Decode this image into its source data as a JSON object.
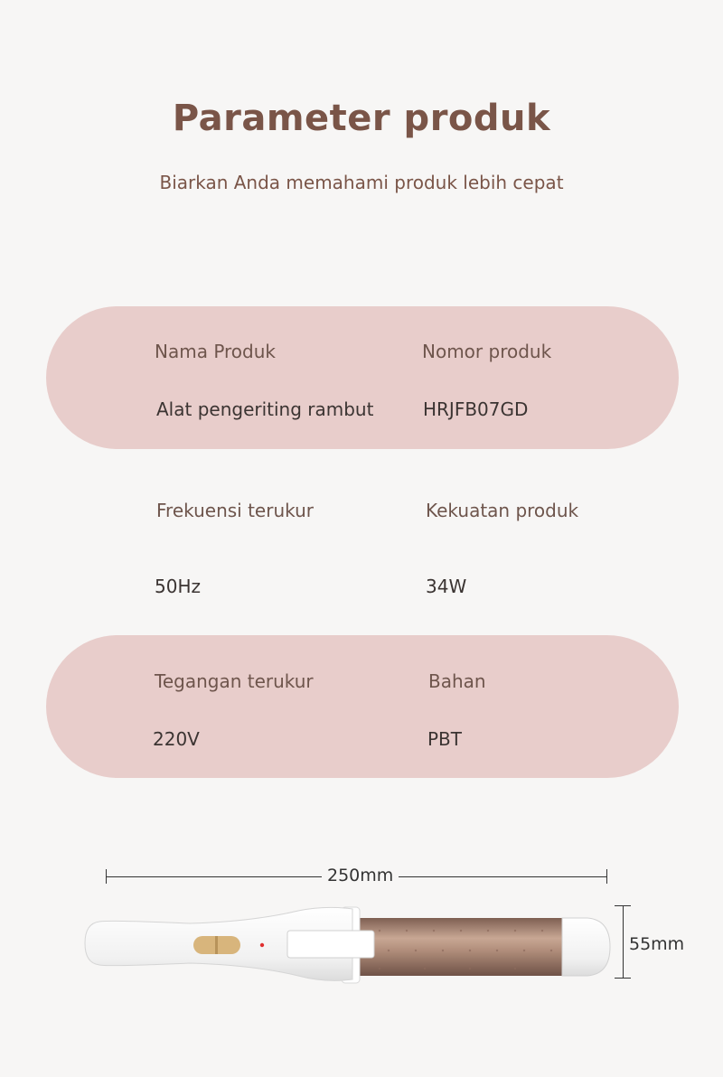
{
  "header": {
    "title": "Parameter produk",
    "subtitle": "Biarkan Anda memahami produk lebih cepat"
  },
  "specs": {
    "name_label": "Nama Produk",
    "name_value": "Alat pengeriting rambut",
    "number_label": "Nomor produk",
    "number_value": "HRJFB07GD",
    "frequency_label": "Frekuensi terukur",
    "frequency_value": "50Hz",
    "power_label": "Kekuatan produk",
    "power_value": "34W",
    "voltage_label": "Tegangan terukur",
    "voltage_value": "220V",
    "material_label": "Bahan",
    "material_value": "PBT"
  },
  "dimensions": {
    "length": "250mm",
    "diameter": "55mm"
  },
  "colors": {
    "accent": "#7a5548",
    "pill": "#e8cdcb",
    "barrel": "#a07e6c",
    "button": "#d8b57c"
  }
}
